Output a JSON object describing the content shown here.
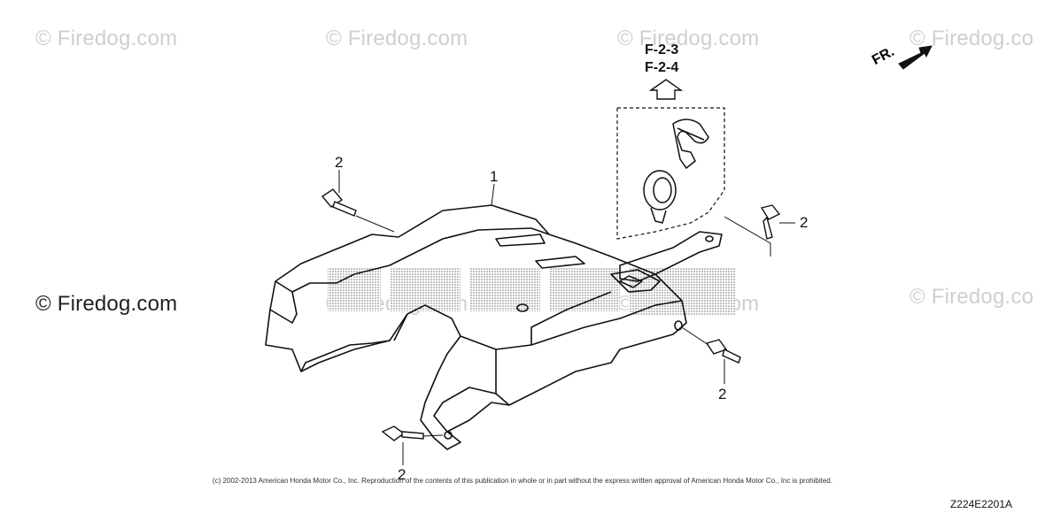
{
  "watermarks": [
    "© Firedog.com",
    "© Firedog.com",
    "© Firedog.com",
    "© Firedog.co",
    "© Firedog.com",
    "© Firedog.com",
    "© Firedog.com",
    "© Firedog.co"
  ],
  "callouts": {
    "part_1": "1",
    "bolt_top_left": "2",
    "bolt_right_upper": "2",
    "bolt_right_lower": "2",
    "bolt_bottom": "2"
  },
  "refs": {
    "ref_a": "F-2-3",
    "ref_b": "F-2-4"
  },
  "fr_label": "FR.",
  "copyright": "(c) 2002-2013 American Honda Motor Co., Inc. Reproduction of the contents of this publication in whole or in part without the express written approval of American Honda Motor Co., Inc is prohibited.",
  "diagram_id": "Z224E2201A"
}
